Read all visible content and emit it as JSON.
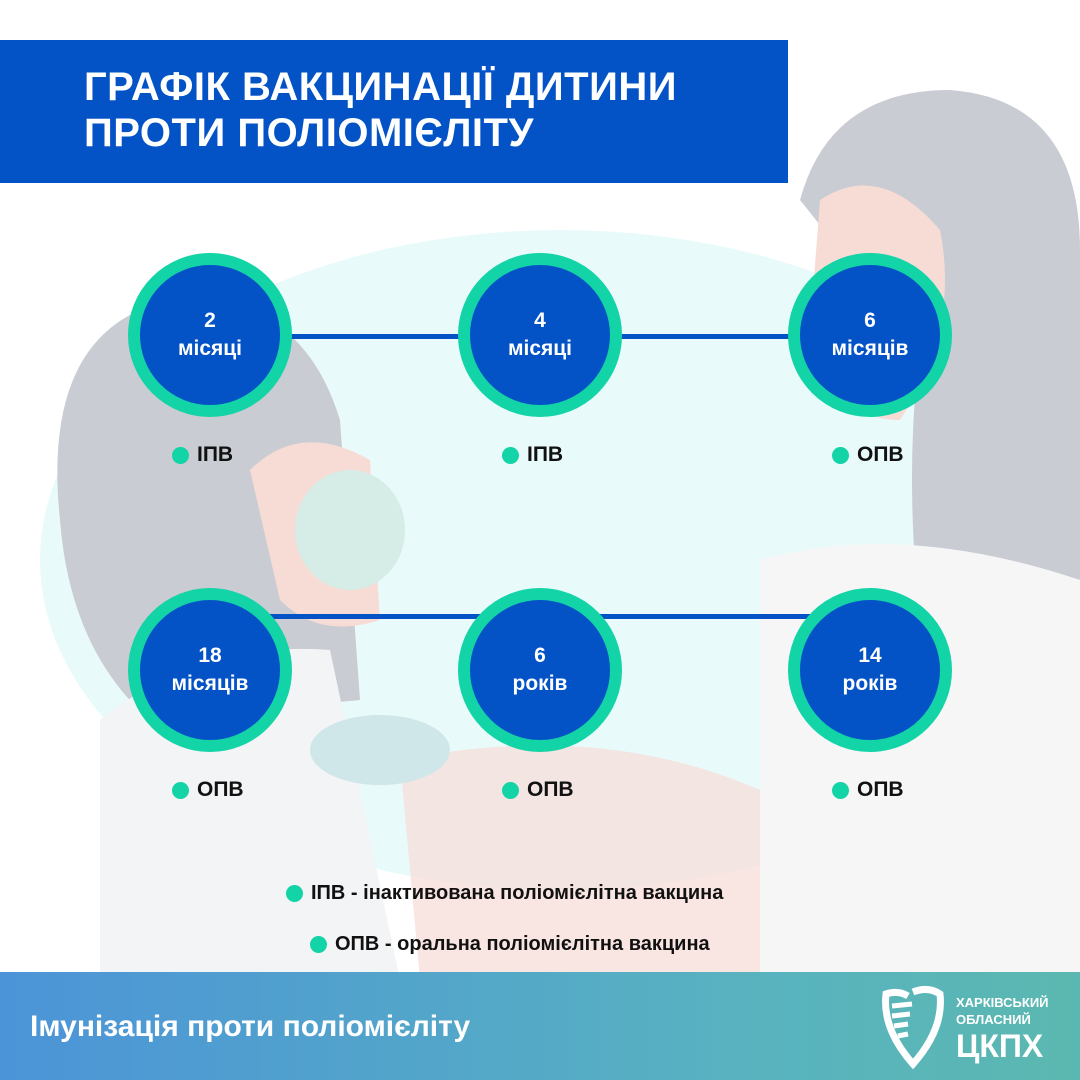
{
  "title": {
    "line1": "ГРАФІК ВАКЦИНАЦІЇ ДИТИНИ",
    "line2": "ПРОТИ ПОЛІОМІЄЛІТУ"
  },
  "schedule": [
    {
      "number": "2",
      "unit": "місяці",
      "vaccine": "ІПВ"
    },
    {
      "number": "4",
      "unit": "місяці",
      "vaccine": "ІПВ"
    },
    {
      "number": "6",
      "unit": "місяців",
      "vaccine": "ОПВ"
    },
    {
      "number": "18",
      "unit": "місяців",
      "vaccine": "ОПВ"
    },
    {
      "number": "6",
      "unit": "років",
      "vaccine": "ОПВ"
    },
    {
      "number": "14",
      "unit": "років",
      "vaccine": "ОПВ"
    }
  ],
  "legend": [
    "ІПВ - інактивована поліомієлітна вакцина",
    "ОПВ - оральна поліомієлітна вакцина"
  ],
  "footer": {
    "text": "Імунізація проти поліомієліту",
    "logo_line1": "ХАРКІВСЬКИЙ",
    "logo_line2": "ОБЛАСНИЙ",
    "logo_line3": "ЦКПХ"
  },
  "colors": {
    "blue": "#0353c6",
    "teal": "#12d4a6"
  }
}
